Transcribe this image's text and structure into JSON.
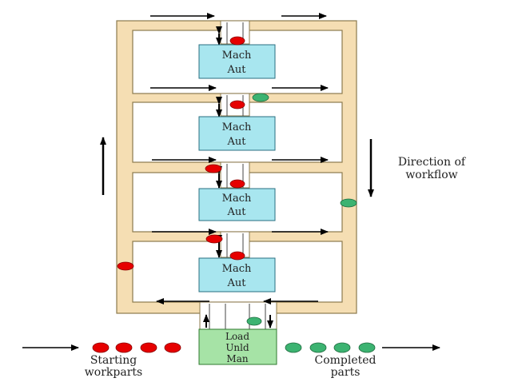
{
  "machines": [
    {
      "line1": "Mach",
      "line2": "Aut"
    },
    {
      "line1": "Mach",
      "line2": "Aut"
    },
    {
      "line1": "Mach",
      "line2": "Aut"
    },
    {
      "line1": "Mach",
      "line2": "Aut"
    }
  ],
  "load_station": {
    "line1": "Load",
    "line2": "Unld",
    "line3": "Man"
  },
  "direction_label": {
    "line1": "Direction of",
    "line2": "workflow"
  },
  "starting_label": {
    "line1": "Starting",
    "line2": "workparts"
  },
  "completed_label": {
    "line1": "Completed",
    "line2": "parts"
  },
  "colors": {
    "frame_fill": "#f5deb3",
    "frame_stroke": "#8b7a4e",
    "machine_fill": "#a8e6ef",
    "load_fill": "#a6e3a6",
    "start_part": "#e60000",
    "done_part": "#3cb371"
  }
}
